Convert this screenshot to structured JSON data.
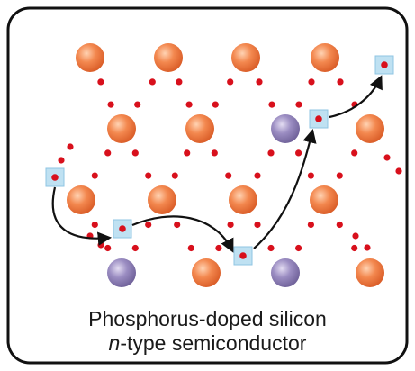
{
  "caption": {
    "line1": "Phosphorus-doped silicon",
    "line2_italic": "n",
    "line2_rest": "-type semiconductor"
  },
  "colors": {
    "frame_border": "#111111",
    "silicon_atom": "#f07f4a",
    "phosphorus_atom": "#8d7fb3",
    "bond_electron": "#d8101c",
    "free_electron_box": "#bfe1f2",
    "arrow": "#111111"
  },
  "legend_semantics": {
    "silicon_atom": "orange-sphere",
    "phosphorus_atom": "purple-sphere",
    "bond_electron": "red-dot",
    "free_electron": "red-dot-in-blue-square",
    "electron_path": "curved-arrow"
  }
}
